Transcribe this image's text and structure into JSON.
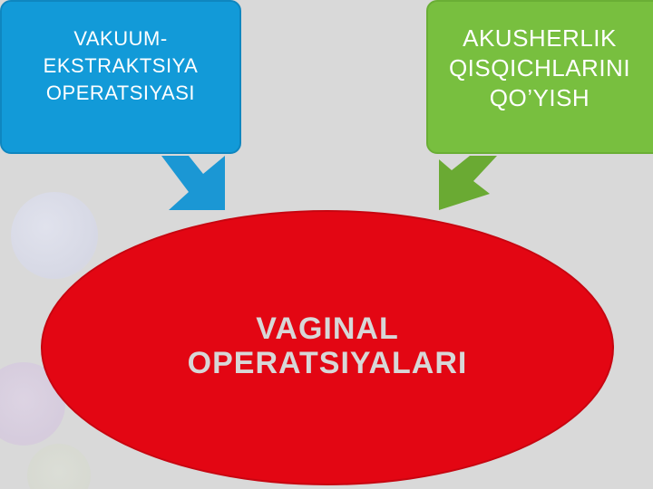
{
  "diagram": {
    "top_left_box": {
      "lines": [
        "VAKUUM-",
        "EKSTRAKTSIYA",
        "OPERATSIYASI"
      ],
      "color": "#129ad8"
    },
    "top_right_box": {
      "lines": [
        "AKUSHERLIK",
        "QISQICHLARINI",
        "QO’YISH"
      ],
      "color": "#78bf3f"
    },
    "center_ellipse": {
      "lines": [
        "VAGINAL",
        "OPERATSIYALARI"
      ],
      "color": "#e30613"
    },
    "arrow_colors": {
      "left": "#1b97d4",
      "right": "#6aaa33"
    },
    "background_color": "#d9d9d9"
  }
}
